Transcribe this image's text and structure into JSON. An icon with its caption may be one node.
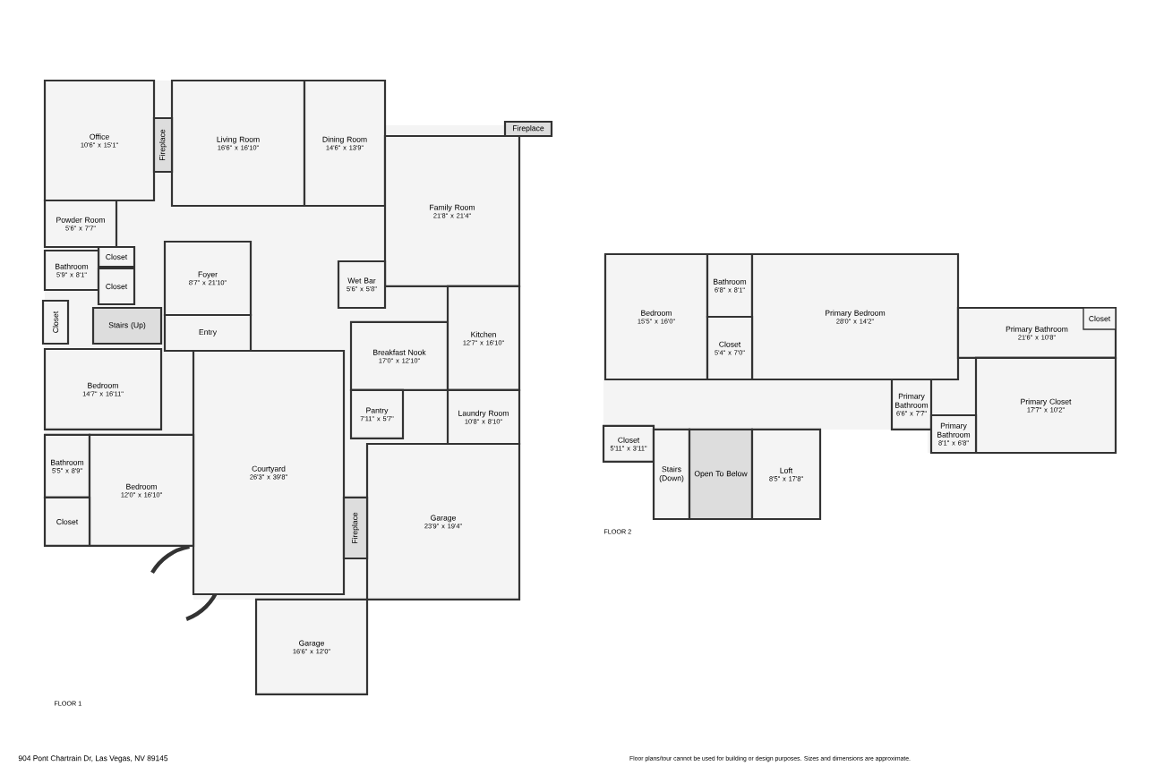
{
  "diagram": {
    "nodes": [
      {
        "text": [
          "Office",
          "10'6\" x 15'1\""
        ]
      },
      {
        "text": [
          "Living Room",
          "16'6\" x 16'10\""
        ]
      },
      {
        "text": [
          "Dining Room",
          "14'6\" x 13'9\""
        ]
      },
      {
        "text": [
          "Family Room",
          "21'8\" x 21'4\""
        ]
      },
      {
        "text": [
          "Powder Room",
          "5'6\" x 7'7\""
        ]
      },
      {
        "text": [
          "Closet"
        ]
      },
      {
        "text": [
          "Bathroom",
          "5'9\" x 8'1\""
        ]
      },
      {
        "text": [
          "Closet"
        ]
      },
      {
        "text": [
          "Closet"
        ]
      },
      {
        "text": [
          "Stairs (Up)"
        ]
      },
      {
        "text": [
          "Foyer",
          "8'7\" x 21'10\""
        ]
      },
      {
        "text": [
          "Entry"
        ]
      },
      {
        "text": [
          "Wet Bar",
          "5'6\" x 5'8\""
        ]
      },
      {
        "text": [
          "Breakfast Nook",
          "17'0\" x 12'10\""
        ]
      },
      {
        "text": [
          "Kitchen",
          "12'7\" x 16'10\""
        ]
      },
      {
        "text": [
          "Bedroom",
          "14'7\" x 16'11\""
        ]
      },
      {
        "text": [
          "Pantry",
          "7'11\" x 5'7\""
        ]
      },
      {
        "text": [
          "Laundry Room",
          "10'8\" x 8'10\""
        ]
      },
      {
        "text": [
          "Courtyard",
          "26'3\" x 39'8\""
        ]
      },
      {
        "text": [
          "Bathroom",
          "5'5\" x 8'9\""
        ]
      },
      {
        "text": [
          "Bedroom",
          "12'0\" x 16'10\""
        ]
      },
      {
        "text": [
          "Closet"
        ]
      },
      {
        "text": [
          "Garage",
          "23'9\" x 19'4\""
        ]
      },
      {
        "text": [
          "Garage",
          "16'6\" x 12'0\""
        ]
      },
      {
        "text": [
          "Fireplace"
        ]
      },
      {
        "text": [
          "Fireplace"
        ]
      },
      {
        "text": [
          "Fireplace"
        ]
      },
      {
        "text": [
          "Bedroom",
          "15'5\" x 16'0\""
        ]
      },
      {
        "text": [
          "Bathroom",
          "6'8\" x 8'1\""
        ]
      },
      {
        "text": [
          "Primary Bedroom",
          "28'0\" x 14'2\""
        ]
      },
      {
        "text": [
          "Closet",
          "5'4\" x 7'0\""
        ]
      },
      {
        "text": [
          "Primary Bathroom",
          "21'6\" x 10'8\""
        ]
      },
      {
        "text": [
          "Closet"
        ],
        "in": 31
      },
      {
        "text": [
          "Primary Bathroom",
          "6'6\" x 7'7\""
        ]
      },
      {
        "text": [
          "Primary Closet",
          "17'7\" x 10'2\""
        ]
      },
      {
        "text": [
          "Closet",
          "5'11\" x 3'11\""
        ]
      },
      {
        "text": [
          "Stairs (Down)"
        ]
      },
      {
        "text": [
          "Open To Below"
        ]
      },
      {
        "text": [
          "Loft",
          "8'5\" x 17'8\""
        ]
      },
      {
        "text": [
          "Primary Bathroom",
          "8'1\" x 6'8\""
        ]
      }
    ],
    "labels": [
      "FLOOR 1",
      "FLOOR 2",
      "904 Pont Chartrain Dr, Las Vegas, NV 89145",
      "Floor plans/tour cannot be used for building or design purposes. Sizes and dimensions are approximate."
    ]
  }
}
